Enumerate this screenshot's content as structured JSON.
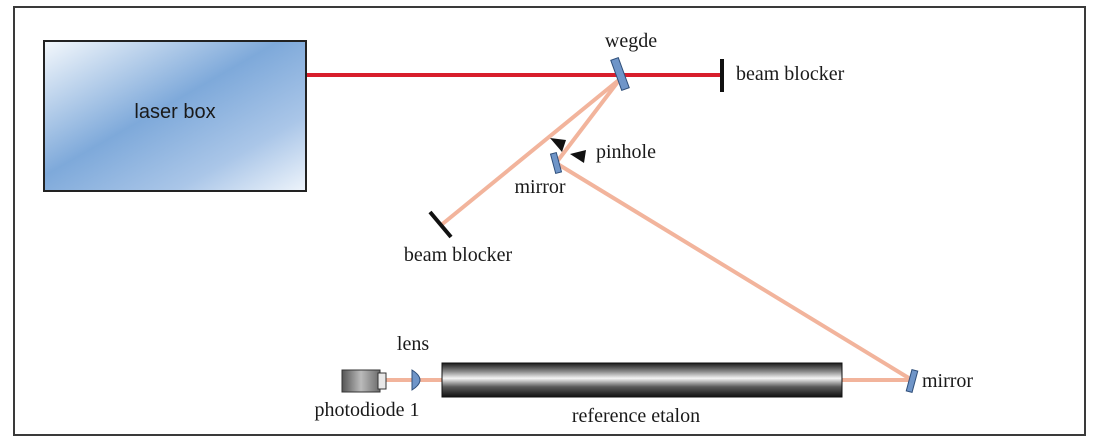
{
  "diagram": {
    "labels": {
      "laser_box": "laser box",
      "wedge": "wegde",
      "beam_blocker_right": "beam blocker",
      "pinhole": "pinhole",
      "mirror_top": "mirror",
      "beam_blocker_left": "beam blocker",
      "lens": "lens",
      "photodiode": "photodiode 1",
      "reference_etalon": "reference etalon",
      "mirror_bottom": "mirror"
    },
    "colors": {
      "main_beam": "#d81e2c",
      "reflected_beam": "#f2b49c",
      "optic_fill": "#6f95c8",
      "optic_stroke": "#2f4f7a",
      "frame": "#3a3a3a"
    }
  }
}
